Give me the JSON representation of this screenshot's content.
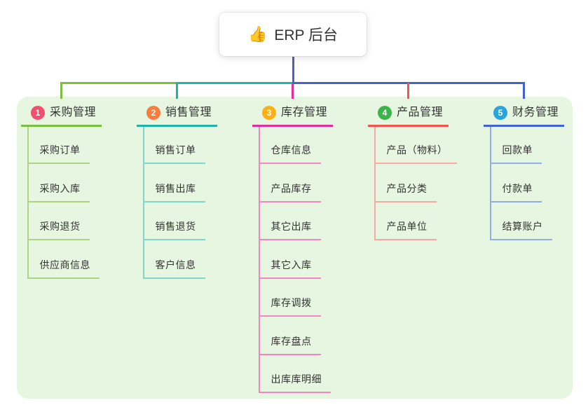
{
  "root": {
    "emoji": "👍",
    "label": "ERP 后台"
  },
  "colors": {
    "canvas_bg": "#ffffff",
    "panel_bg": "#e7f6e1",
    "root_line": "#4a5fd1",
    "text": "#333333"
  },
  "branches": [
    {
      "index": "1",
      "label": "采购管理",
      "badge_color": "#f2506e",
      "line_color": "#7cbf40",
      "item_line_color": "#abd484",
      "items": [
        "采购订单",
        "采购入库",
        "采购退货",
        "供应商信息"
      ]
    },
    {
      "index": "2",
      "label": "销售管理",
      "badge_color": "#f87d3e",
      "line_color": "#1eb3a5",
      "item_line_color": "#7fd6cb",
      "items": [
        "销售订单",
        "销售出库",
        "销售退货",
        "客户信息"
      ]
    },
    {
      "index": "3",
      "label": "库存管理",
      "badge_color": "#fbb017",
      "line_color": "#e02e9a",
      "item_line_color": "#f285c4",
      "items": [
        "仓库信息",
        "产品库存",
        "其它出库",
        "其它入库",
        "库存调拨",
        "库存盘点",
        "出库库明细"
      ]
    },
    {
      "index": "4",
      "label": "产品管理",
      "badge_color": "#3bb44a",
      "line_color": "#f4544c",
      "item_line_color": "#f9a8a2",
      "items": [
        "产品（物料）",
        "产品分类",
        "产品单位"
      ]
    },
    {
      "index": "5",
      "label": "财务管理",
      "badge_color": "#2aa4dc",
      "line_color": "#4362d0",
      "item_line_color": "#97abe8",
      "items": [
        "回款单",
        "付款单",
        "结算账户"
      ]
    }
  ]
}
